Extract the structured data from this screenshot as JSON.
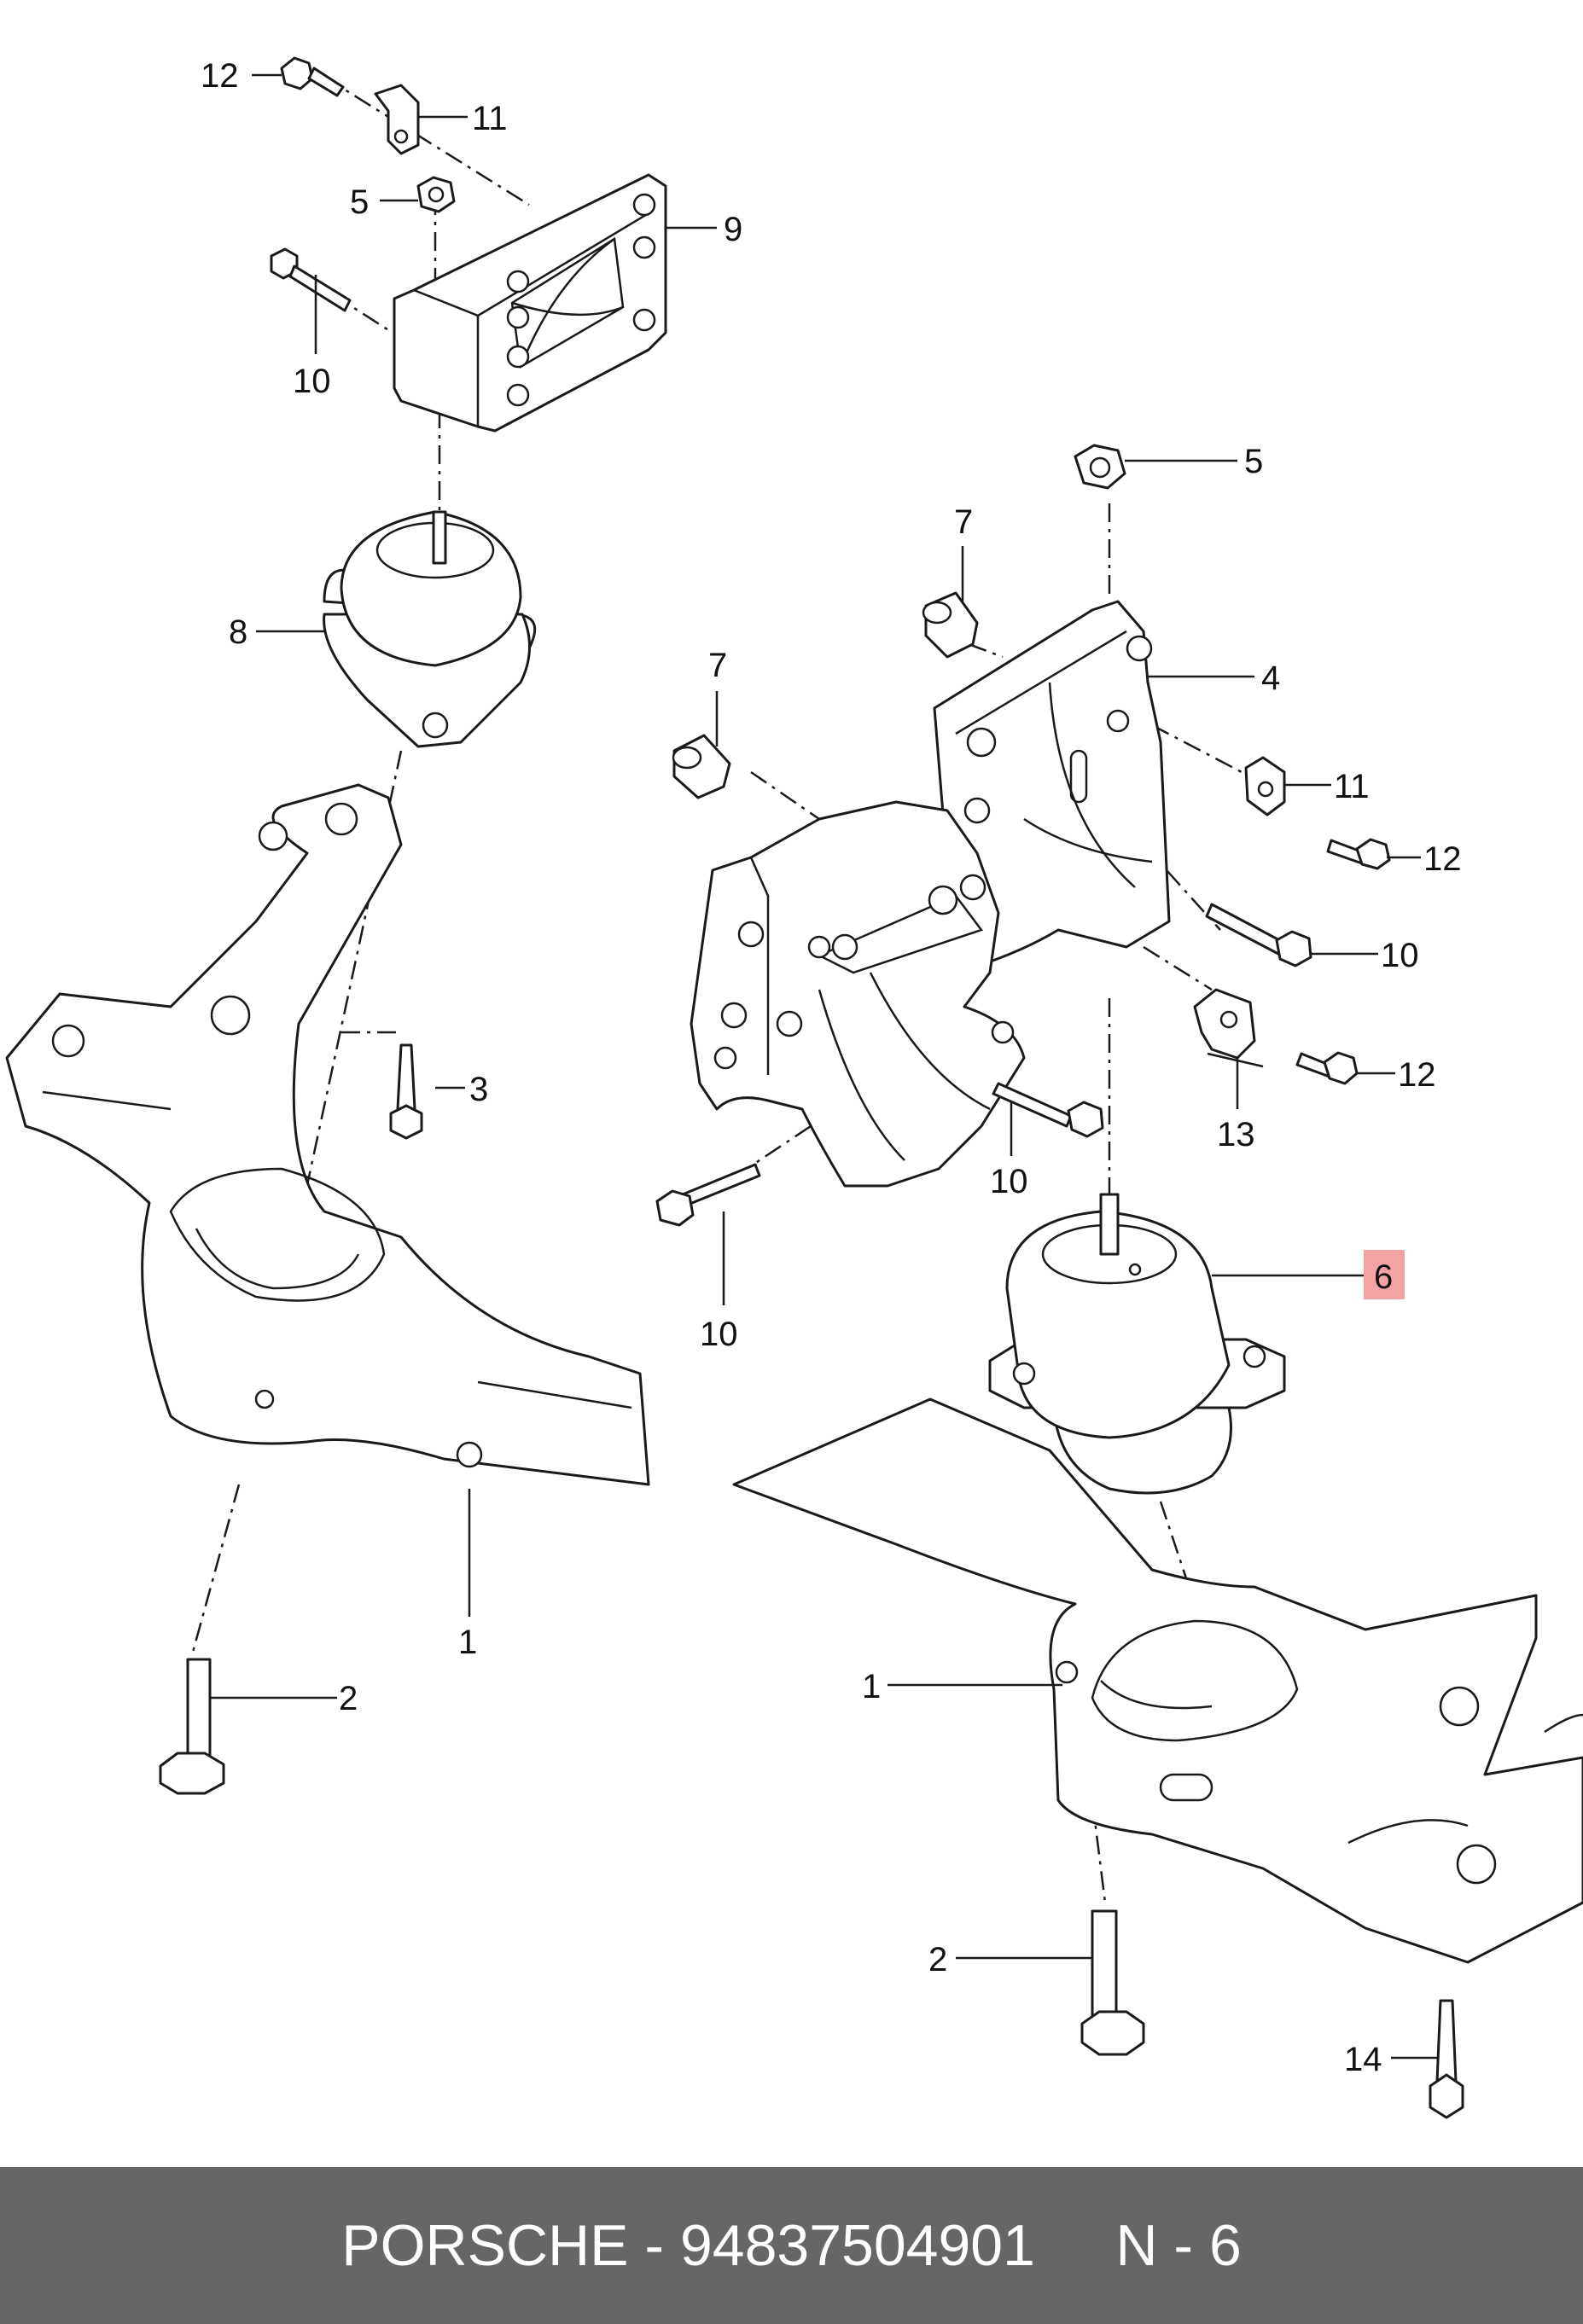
{
  "colors": {
    "footer_bg": "#666666",
    "footer_text": "#ffffff",
    "highlight": "#f4a3a3",
    "line": "#1a1a1a"
  },
  "callouts": [
    {
      "id": "12a",
      "text": "12"
    },
    {
      "id": "11a",
      "text": "11"
    },
    {
      "id": "5a",
      "text": "5"
    },
    {
      "id": "9",
      "text": "9"
    },
    {
      "id": "10a",
      "text": "10"
    },
    {
      "id": "8",
      "text": "8"
    },
    {
      "id": "3",
      "text": "3"
    },
    {
      "id": "1a",
      "text": "1"
    },
    {
      "id": "2a",
      "text": "2"
    },
    {
      "id": "5b",
      "text": "5"
    },
    {
      "id": "7a",
      "text": "7"
    },
    {
      "id": "7b",
      "text": "7"
    },
    {
      "id": "4",
      "text": "4"
    },
    {
      "id": "11b",
      "text": "11"
    },
    {
      "id": "12b",
      "text": "12"
    },
    {
      "id": "10b",
      "text": "10"
    },
    {
      "id": "12c",
      "text": "12"
    },
    {
      "id": "13",
      "text": "13"
    },
    {
      "id": "10c",
      "text": "10"
    },
    {
      "id": "10d",
      "text": "10"
    },
    {
      "id": "6",
      "text": "6",
      "highlighted": true
    },
    {
      "id": "1b",
      "text": "1"
    },
    {
      "id": "2b",
      "text": "2"
    },
    {
      "id": "14",
      "text": "14"
    }
  ],
  "footer": {
    "text": "PORSCHE - 94837504901     N - 6"
  }
}
